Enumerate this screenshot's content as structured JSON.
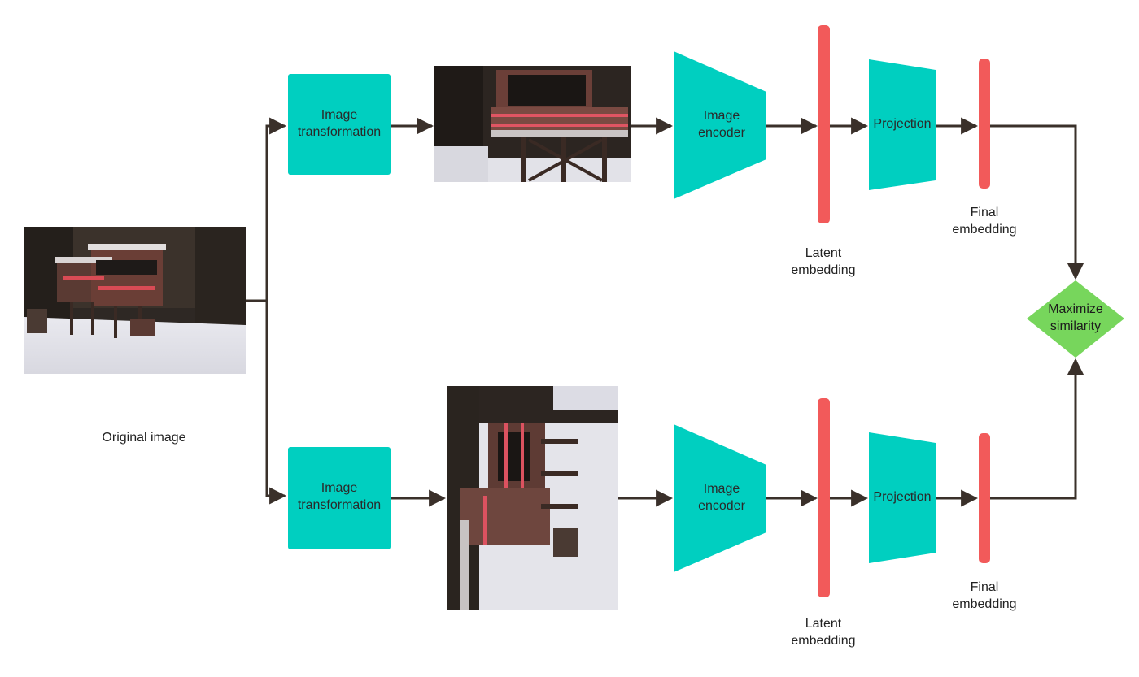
{
  "colors": {
    "teal": "#00cfc0",
    "red": "#f25a5a",
    "green": "#77d65c",
    "connector": "#3a302a"
  },
  "original": {
    "label": "Original image",
    "description_icon": "treehouse-photo-icon"
  },
  "top_branch": {
    "transform_label": [
      "Image",
      "transformation"
    ],
    "encoder_label": [
      "Image",
      "encoder"
    ],
    "projection_label": "Projection",
    "latent_label": [
      "Latent",
      "embedding"
    ],
    "final_label": [
      "Final",
      "embedding"
    ]
  },
  "bottom_branch": {
    "transform_label": [
      "Image",
      "transformation"
    ],
    "encoder_label": [
      "Image",
      "encoder"
    ],
    "projection_label": "Projection",
    "latent_label": [
      "Latent",
      "embedding"
    ],
    "final_label": [
      "Final",
      "embedding"
    ]
  },
  "objective": {
    "label": [
      "Maximize",
      "similarity"
    ]
  }
}
